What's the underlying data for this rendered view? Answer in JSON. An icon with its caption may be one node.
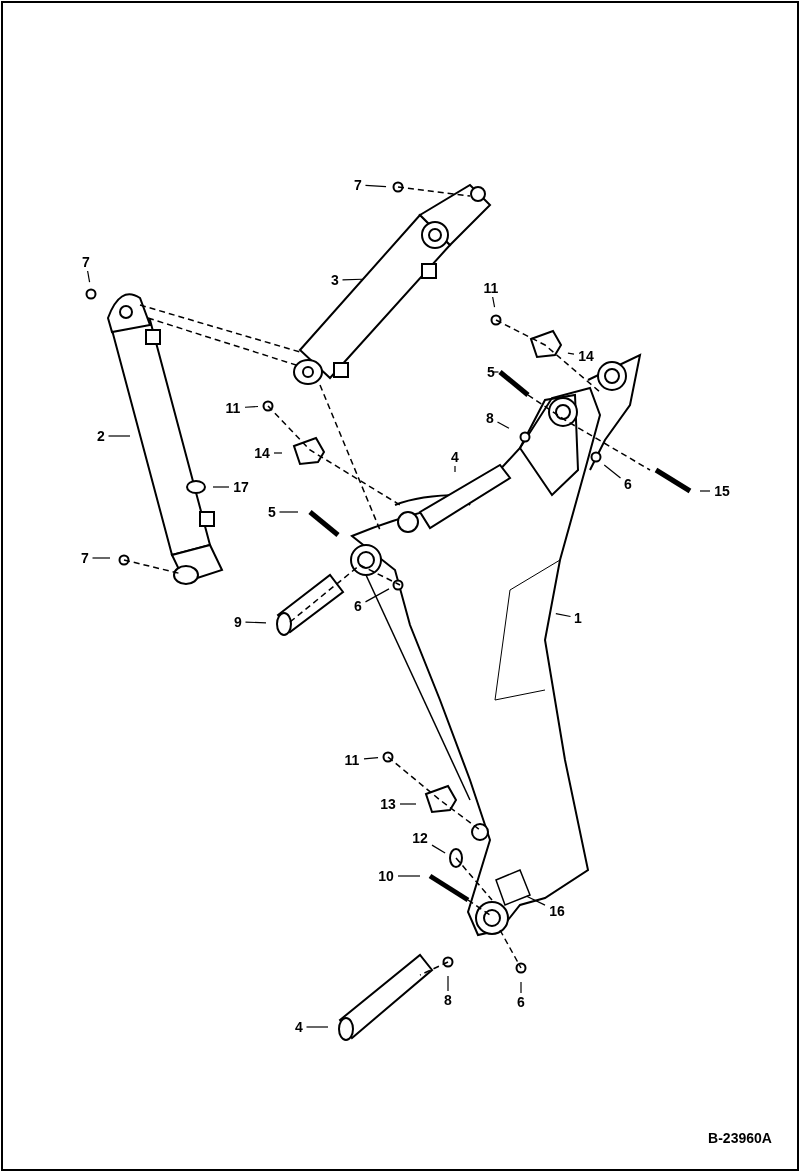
{
  "diagram": {
    "nodes": [
      {
        "text": [
          "7"
        ]
      },
      {
        "text": [
          "3"
        ]
      },
      {
        "text": [
          "11"
        ]
      },
      {
        "text": [
          "7"
        ]
      },
      {
        "text": [
          "14"
        ]
      },
      {
        "text": [
          "5"
        ]
      },
      {
        "text": [
          "2"
        ]
      },
      {
        "text": [
          "11"
        ]
      },
      {
        "text": [
          "8"
        ]
      },
      {
        "text": [
          "14"
        ]
      },
      {
        "text": [
          "4"
        ]
      },
      {
        "text": [
          "6"
        ]
      },
      {
        "text": [
          "17"
        ]
      },
      {
        "text": [
          "5"
        ]
      },
      {
        "text": [
          "15"
        ]
      },
      {
        "text": [
          "7"
        ]
      },
      {
        "text": [
          "9"
        ]
      },
      {
        "text": [
          "6"
        ]
      },
      {
        "text": [
          "1"
        ]
      },
      {
        "text": [
          "11"
        ]
      },
      {
        "text": [
          "13"
        ]
      },
      {
        "text": [
          "12"
        ]
      },
      {
        "text": [
          "10"
        ]
      },
      {
        "text": [
          "16"
        ]
      },
      {
        "text": [
          "8"
        ]
      },
      {
        "text": [
          "6"
        ]
      },
      {
        "text": [
          "4"
        ]
      }
    ],
    "edges": [
      {
        "from": 0,
        "to": null,
        "arrow": "none"
      },
      {
        "from": 1,
        "to": null,
        "arrow": "none"
      },
      {
        "from": 2,
        "to": null,
        "arrow": "none"
      },
      {
        "from": 3,
        "to": null,
        "arrow": "none"
      },
      {
        "from": 4,
        "to": null,
        "arrow": "none"
      },
      {
        "from": 5,
        "to": null,
        "arrow": "none"
      },
      {
        "from": 6,
        "to": null,
        "arrow": "none"
      },
      {
        "from": 7,
        "to": null,
        "arrow": "none"
      },
      {
        "from": 8,
        "to": null,
        "arrow": "none"
      },
      {
        "from": 9,
        "to": null,
        "arrow": "none"
      },
      {
        "from": 10,
        "to": null,
        "arrow": "none"
      },
      {
        "from": 11,
        "to": null,
        "arrow": "none"
      },
      {
        "from": 12,
        "to": null,
        "arrow": "none"
      },
      {
        "from": 13,
        "to": null,
        "arrow": "none"
      },
      {
        "from": 14,
        "to": null,
        "arrow": "none"
      },
      {
        "from": 15,
        "to": null,
        "arrow": "none"
      },
      {
        "from": 16,
        "to": null,
        "arrow": "none"
      },
      {
        "from": 17,
        "to": null,
        "arrow": "none"
      },
      {
        "from": 18,
        "to": null,
        "arrow": "none"
      },
      {
        "from": 19,
        "to": null,
        "arrow": "none"
      },
      {
        "from": 20,
        "to": null,
        "arrow": "none"
      },
      {
        "from": 21,
        "to": null,
        "arrow": "none"
      },
      {
        "from": 22,
        "to": null,
        "arrow": "none"
      },
      {
        "from": 23,
        "to": null,
        "arrow": "none"
      },
      {
        "from": 24,
        "to": null,
        "arrow": "none"
      },
      {
        "from": 25,
        "to": null,
        "arrow": "none"
      },
      {
        "from": 26,
        "to": null,
        "arrow": "none"
      }
    ],
    "labels": [
      "B-23960A"
    ]
  }
}
